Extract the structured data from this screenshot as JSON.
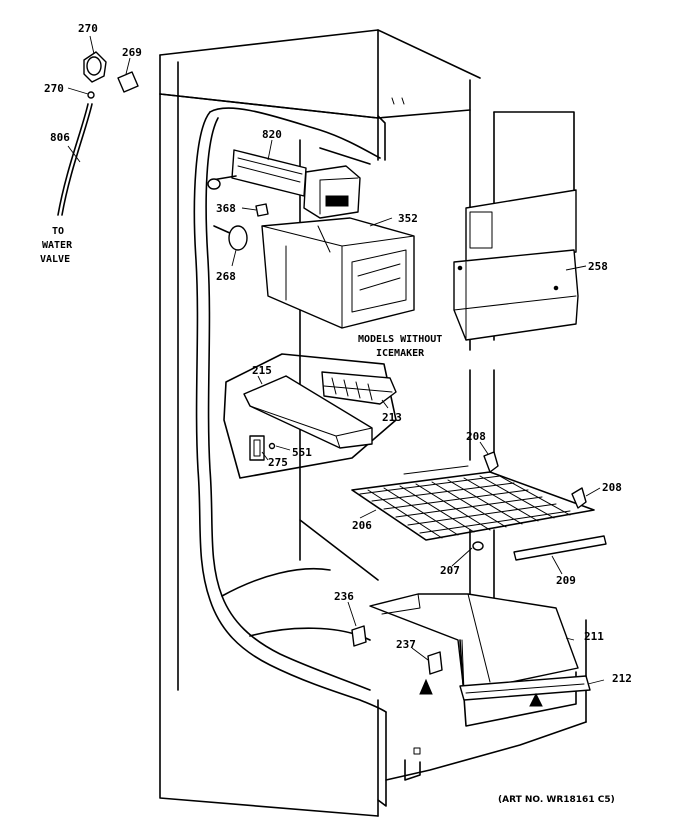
{
  "parts": {
    "p270a": "270",
    "p269": "269",
    "p270b": "270",
    "p806": "806",
    "p820": "820",
    "p368": "368",
    "p352": "352",
    "p268": "268",
    "p258": "258",
    "p215": "215",
    "p213": "213",
    "p551": "551",
    "p275": "275",
    "p208a": "208",
    "p208b": "208",
    "p206": "206",
    "p207": "207",
    "p209": "209",
    "p236": "236",
    "p237": "237",
    "p211": "211",
    "p212": "212"
  },
  "water": {
    "line1": "TO",
    "line2": "WATER",
    "line3": "VALVE"
  },
  "models": {
    "line1": "MODELS WITHOUT",
    "line2": "ICEMAKER"
  },
  "art_no": "(ART NO. WR18161 C5)"
}
